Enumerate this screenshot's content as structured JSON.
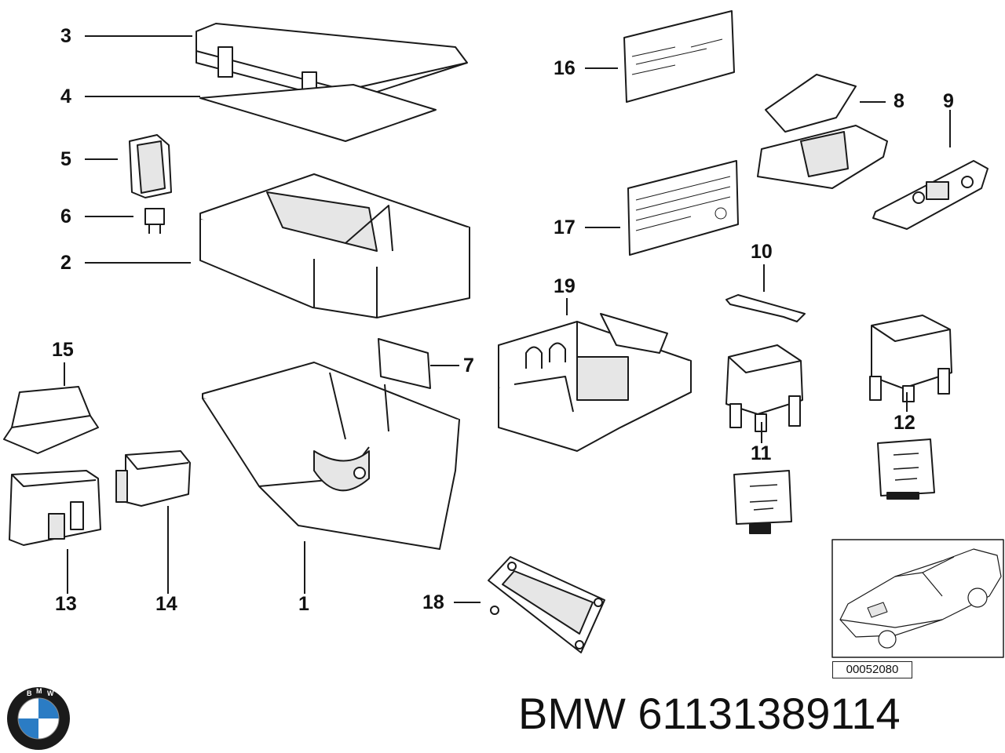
{
  "callouts": {
    "c1": "1",
    "c2": "2",
    "c3": "3",
    "c4": "4",
    "c5": "5",
    "c6": "6",
    "c7": "7",
    "c8": "8",
    "c9": "9",
    "c10": "10",
    "c11": "11",
    "c12": "12",
    "c13": "13",
    "c14": "14",
    "c15": "15",
    "c16": "16",
    "c17": "17",
    "c18": "18",
    "c19": "19"
  },
  "reference_code": "00052080",
  "footer": {
    "brand_part_number": "BMW 61131389114"
  },
  "logo": {
    "lettering": "BMW",
    "colors": {
      "ring": "#1a1a1a",
      "blue": "#2b7cc4",
      "white": "#ffffff"
    }
  },
  "colors": {
    "line": "#1a1a1a",
    "fill": "#ffffff",
    "shade": "#e6e6e6"
  }
}
